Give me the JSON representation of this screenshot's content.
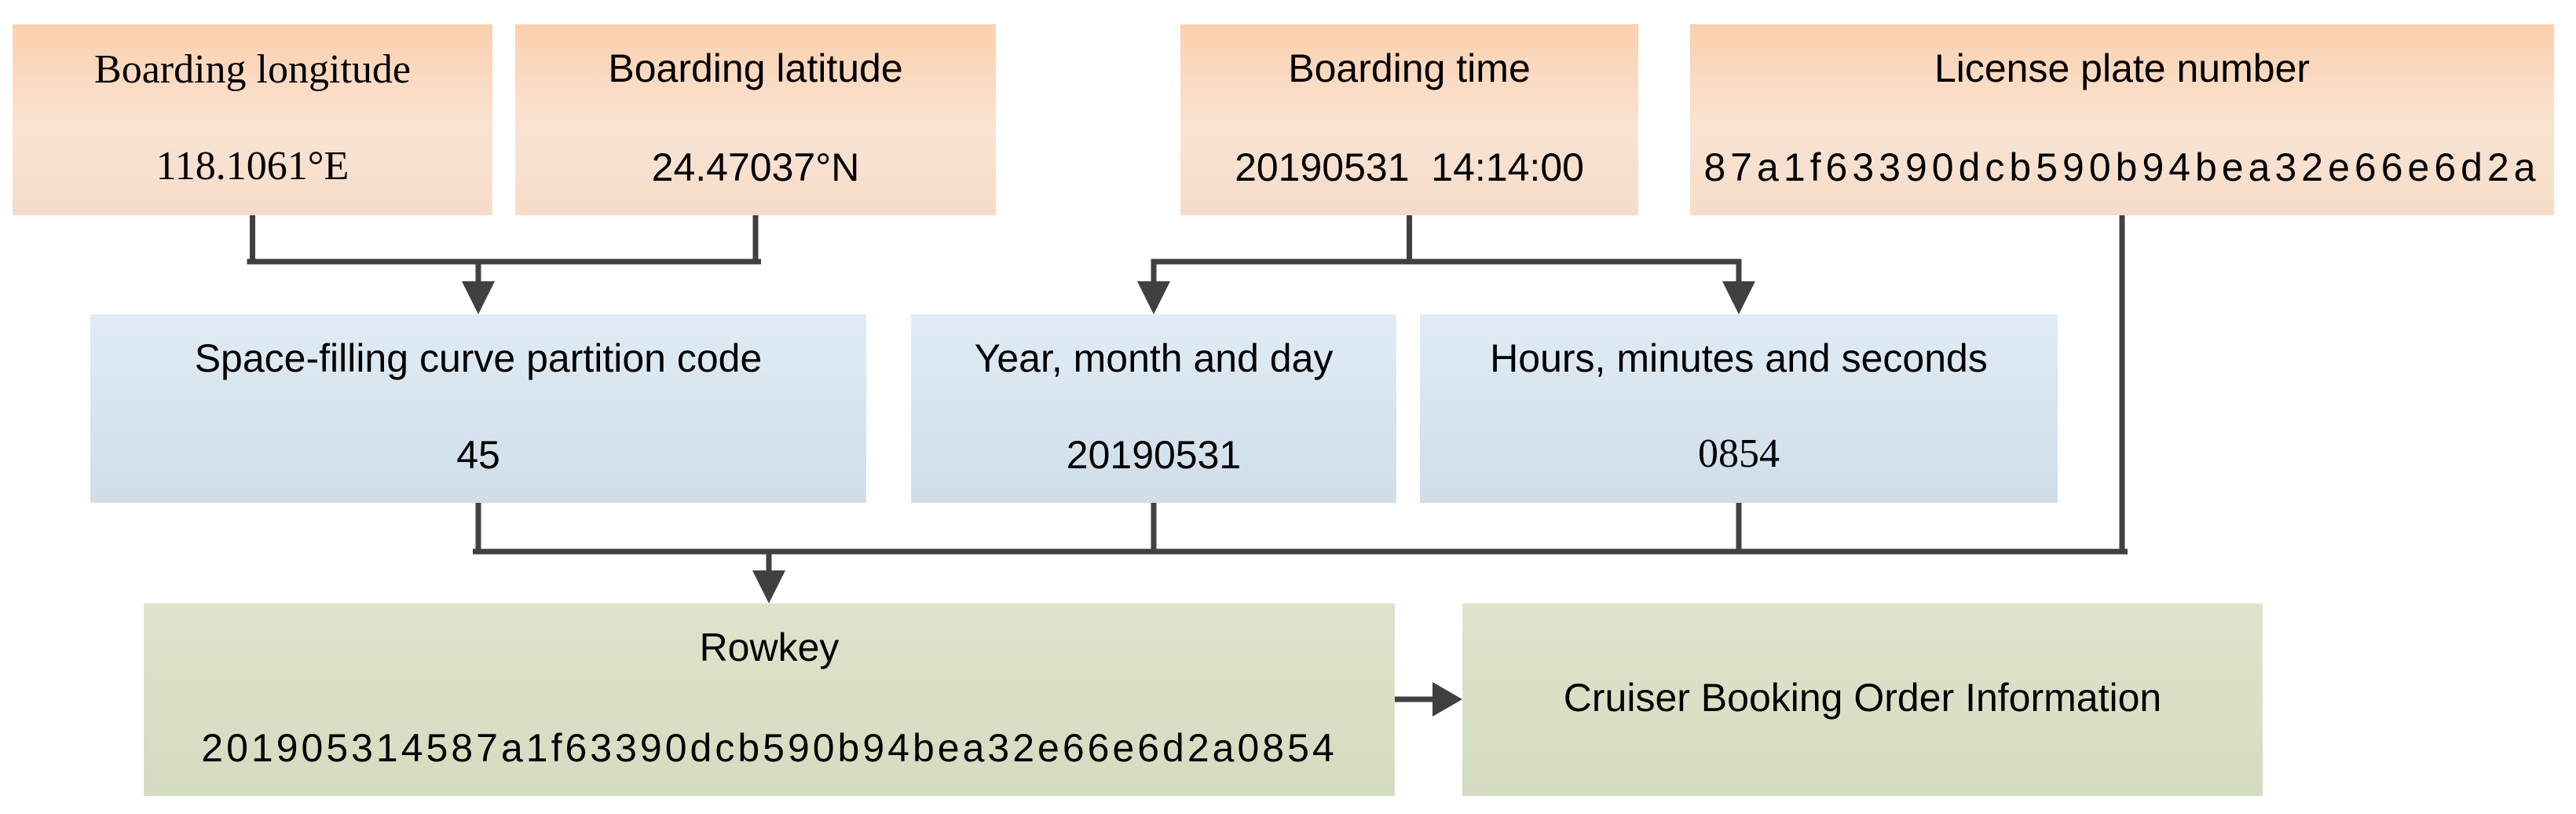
{
  "colors": {
    "background": "#ffffff",
    "text": "#000000",
    "connector": "#404040",
    "orange_top": "#fbd0ae",
    "orange_mid": "#f9e3d3",
    "orange_bottom": "#f6dcc8",
    "blue_top": "#e0ebf4",
    "blue_bottom": "#cfdeea",
    "green_top": "#dee4cb",
    "green_bottom": "#d3dcc0"
  },
  "nodes": {
    "boarding_longitude": {
      "label": "Boarding longitude",
      "value": "118.1061°E"
    },
    "boarding_latitude": {
      "label": "Boarding latitude",
      "value": "24.47037°N"
    },
    "boarding_time": {
      "label": "Boarding time",
      "value": "20190531  14:14:00"
    },
    "license_plate": {
      "label": "License plate number",
      "value": "87a1f63390dcb590b94bea32e66e6d2a"
    },
    "partition_code": {
      "label": "Space-filling curve partition code",
      "value": "45"
    },
    "year_month_day": {
      "label": "Year, month and day",
      "value": "20190531"
    },
    "hours_minutes_seconds": {
      "label": "Hours, minutes and seconds",
      "value": "0854"
    },
    "rowkey": {
      "label": "Rowkey",
      "value": "201905314587a1f63390dcb590b94bea32e66e6d2a0854"
    },
    "order_information": {
      "label": "Cruiser Booking Order Information"
    }
  }
}
